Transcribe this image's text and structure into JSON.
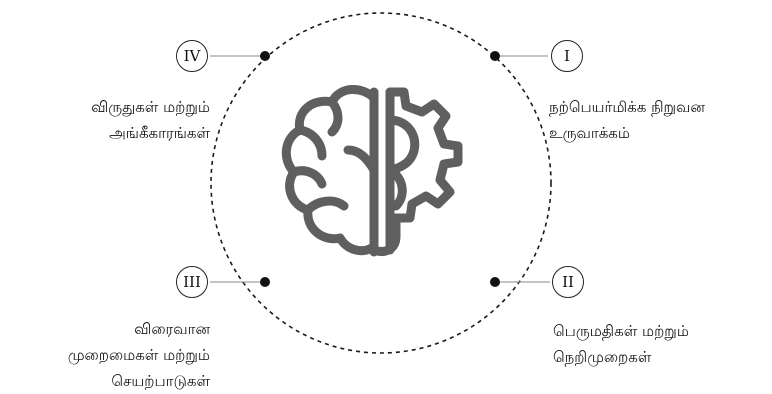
{
  "diagram": {
    "center_icon": "brain-gear-icon",
    "line_color": "#1a1a1a",
    "icon_color": "#5f5f5f",
    "items": [
      {
        "numeral": "I",
        "lines": [
          "நற்பெயர்மிக்க நிறுவன",
          "உருவாக்கம்"
        ]
      },
      {
        "numeral": "II",
        "lines": [
          "பெருமதிகள் மற்றும்",
          "நெறிமுறைகள்"
        ]
      },
      {
        "numeral": "III",
        "lines": [
          "விரைவான",
          "முறைமைகள் மற்றும்",
          "செயற்பாடுகள்"
        ]
      },
      {
        "numeral": "IV",
        "lines": [
          "விருதுகள் மற்றும்",
          "அங்கீகாரங்கள்"
        ]
      }
    ]
  }
}
